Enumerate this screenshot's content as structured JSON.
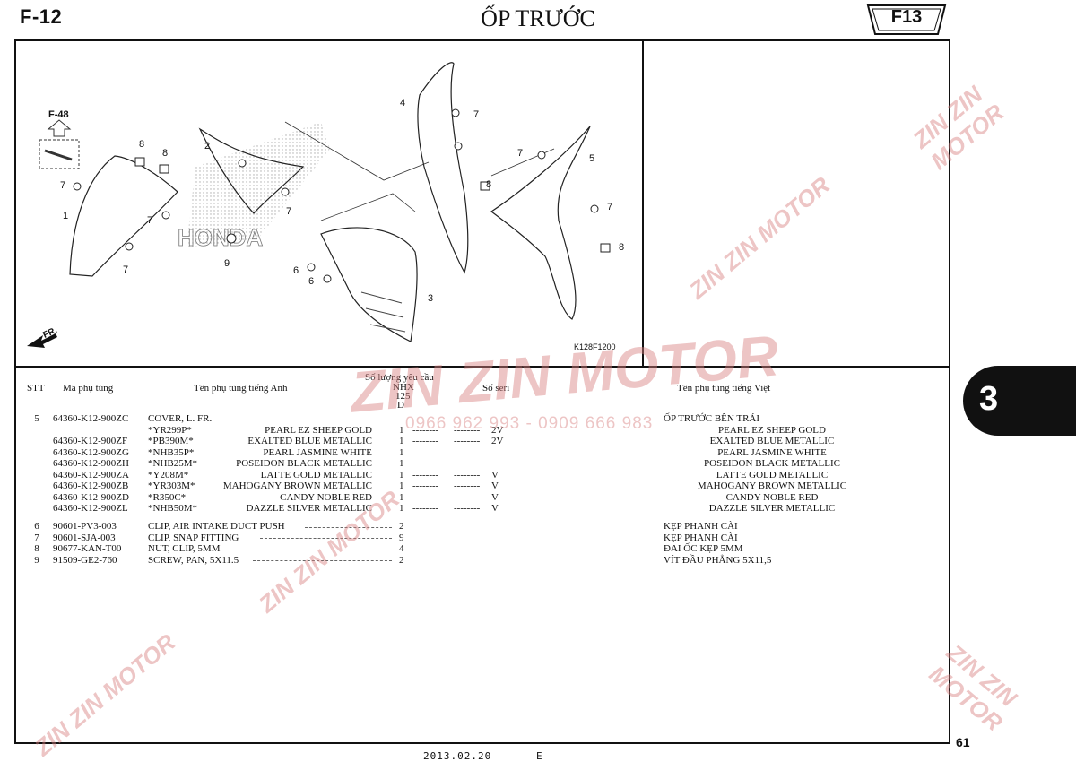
{
  "header": {
    "page_code": "F-12",
    "title": "ỐP TRƯỚC",
    "next_ref": "F13"
  },
  "diagram": {
    "ref_label": "F-48",
    "code": "K128F1200",
    "direction_label": "FR.",
    "brand_text": "HONDA",
    "callouts": [
      "1",
      "2",
      "3",
      "4",
      "5",
      "6",
      "6",
      "7",
      "7",
      "7",
      "7",
      "7",
      "7",
      "7",
      "8",
      "8",
      "8",
      "8",
      "9"
    ]
  },
  "table": {
    "headers": {
      "stt": "STT",
      "part_no": "Mã phụ tùng",
      "name_en": "Tên phụ tùng tiếng Anh",
      "qty_title": "Số lượng yêu cầu",
      "qty_model": "NHX",
      "qty_125": "125",
      "qty_d": "D",
      "serial": "Số seri",
      "name_vi": "Tên phụ tùng tiếng Việt"
    },
    "rows": [
      {
        "stt": "5",
        "part": "64360-K12-900ZC",
        "en": "COVER, L. FR.",
        "color": "",
        "qty": "",
        "d1": "",
        "d2": "",
        "serial": "",
        "vi": "ỐP TRƯỚC BÊN TRÁI",
        "vicolor": ""
      },
      {
        "stt": "",
        "part": "",
        "en": "*YR299P*",
        "color": "PEARL EZ SHEEP GOLD",
        "qty": "1",
        "d1": "--------",
        "d2": "--------",
        "serial": "2V",
        "vi": "",
        "vicolor": "PEARL EZ SHEEP GOLD"
      },
      {
        "stt": "",
        "part": "64360-K12-900ZF",
        "en": "*PB390M*",
        "color": "EXALTED BLUE METALLIC",
        "qty": "1",
        "d1": "--------",
        "d2": "--------",
        "serial": "2V",
        "vi": "",
        "vicolor": "EXALTED BLUE METALLIC"
      },
      {
        "stt": "",
        "part": "64360-K12-900ZG",
        "en": "*NHB35P*",
        "color": "PEARL JASMINE WHITE",
        "qty": "1",
        "d1": "",
        "d2": "",
        "serial": "",
        "vi": "",
        "vicolor": "PEARL JASMINE WHITE"
      },
      {
        "stt": "",
        "part": "64360-K12-900ZH",
        "en": "*NHB25M*",
        "color": "POSEIDON BLACK METALLIC",
        "qty": "1",
        "d1": "",
        "d2": "",
        "serial": "",
        "vi": "",
        "vicolor": "POSEIDON BLACK METALLIC"
      },
      {
        "stt": "",
        "part": "64360-K12-900ZA",
        "en": "*Y208M*",
        "color": "LATTE GOLD METALLIC",
        "qty": "1",
        "d1": "--------",
        "d2": "--------",
        "serial": "V",
        "vi": "",
        "vicolor": "LATTE GOLD METALLIC"
      },
      {
        "stt": "",
        "part": "64360-K12-900ZB",
        "en": "*YR303M*",
        "color": "MAHOGANY BROWN METALLIC",
        "qty": "1",
        "d1": "--------",
        "d2": "--------",
        "serial": "V",
        "vi": "",
        "vicolor": "MAHOGANY BROWN METALLIC"
      },
      {
        "stt": "",
        "part": "64360-K12-900ZD",
        "en": "*R350C*",
        "color": "CANDY NOBLE RED",
        "qty": "1",
        "d1": "--------",
        "d2": "--------",
        "serial": "V",
        "vi": "",
        "vicolor": "CANDY NOBLE RED"
      },
      {
        "stt": "",
        "part": "64360-K12-900ZL",
        "en": "*NHB50M*",
        "color": "DAZZLE SILVER METALLIC",
        "qty": "1",
        "d1": "--------",
        "d2": "--------",
        "serial": "V",
        "vi": "",
        "vicolor": "DAZZLE SILVER METALLIC"
      },
      {
        "stt": "6",
        "part": "90601-PV3-003",
        "en": "CLIP, AIR INTAKE DUCT PUSH",
        "color": "",
        "qty": "2",
        "d1": "",
        "d2": "",
        "serial": "",
        "vi": "KẸP PHANH CÀI",
        "vicolor": ""
      },
      {
        "stt": "7",
        "part": "90601-SJA-003",
        "en": "CLIP, SNAP FITTING",
        "color": "",
        "qty": "9",
        "d1": "",
        "d2": "",
        "serial": "",
        "vi": "KẸP PHANH CÀI",
        "vicolor": ""
      },
      {
        "stt": "8",
        "part": "90677-KAN-T00",
        "en": "NUT, CLIP, 5MM",
        "color": "",
        "qty": "4",
        "d1": "",
        "d2": "",
        "serial": "",
        "vi": "ĐAI ỐC KẸP 5MM",
        "vicolor": ""
      },
      {
        "stt": "9",
        "part": "91509-GE2-760",
        "en": "SCREW, PAN, 5X11.5",
        "color": "",
        "qty": "2",
        "d1": "",
        "d2": "",
        "serial": "",
        "vi": "VÍT ĐẦU PHẲNG 5X11,5",
        "vicolor": ""
      }
    ]
  },
  "section_tab": "3",
  "page_number": "61",
  "footer": {
    "date": "2013.02.20",
    "edition": "E"
  },
  "watermark": {
    "brand": "ZIN ZIN MOTOR",
    "phone": "0966 962 993 - 0909 666 983",
    "color": "#d88080"
  }
}
